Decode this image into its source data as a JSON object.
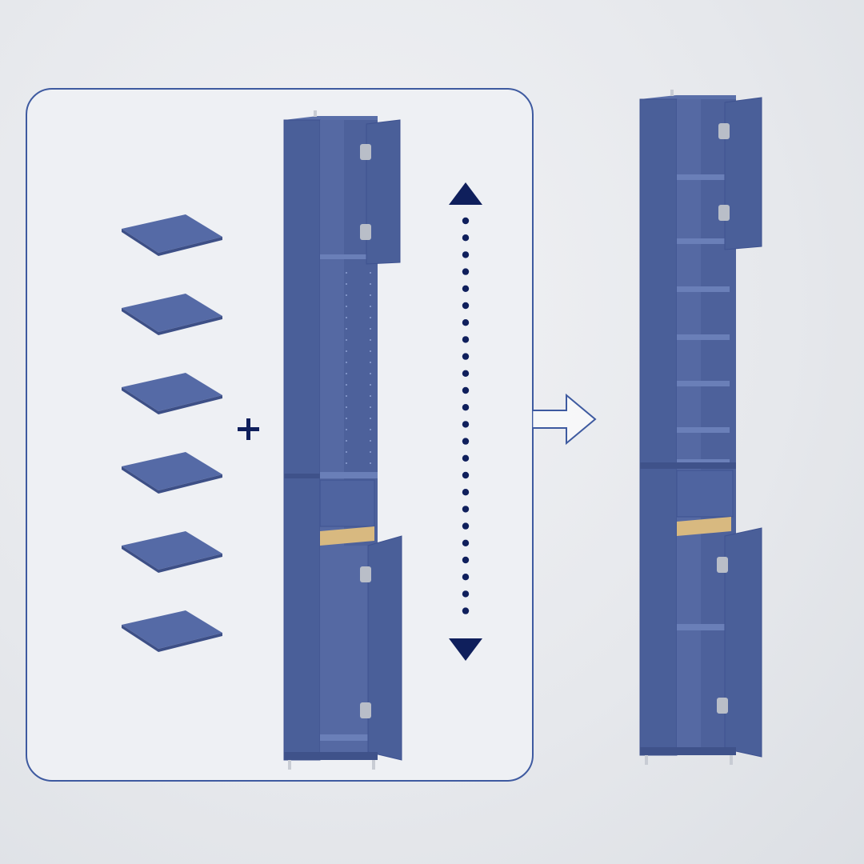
{
  "colors": {
    "cabinet_front": "#4a5f99",
    "cabinet_side": "#3f528a",
    "cabinet_interior": "#5569a3",
    "cabinet_dark": "#34467a",
    "shelf_top": "#556aa6",
    "shelf_edge": "#3d4f86",
    "panel_stroke": "#3e5aa0",
    "panel_fill": "#eef0f4",
    "arrow_navy": "#0f1f5c",
    "drawer_wood": "#d8b980",
    "hinge": "#b9bec8",
    "accent_arrow_stroke": "#3e5aa0"
  },
  "icons": {
    "plus": "plus-icon",
    "dotted_arrow": "double-headed-vertical-arrow-icon",
    "right_arrow": "right-arrow-outline-icon"
  },
  "scene": {
    "loose_shelves_count": 6,
    "left_cabinet": "tall-cabinet-with-adjustable-shelf-slots",
    "right_cabinet": "tall-cabinet-with-shelves-installed"
  }
}
